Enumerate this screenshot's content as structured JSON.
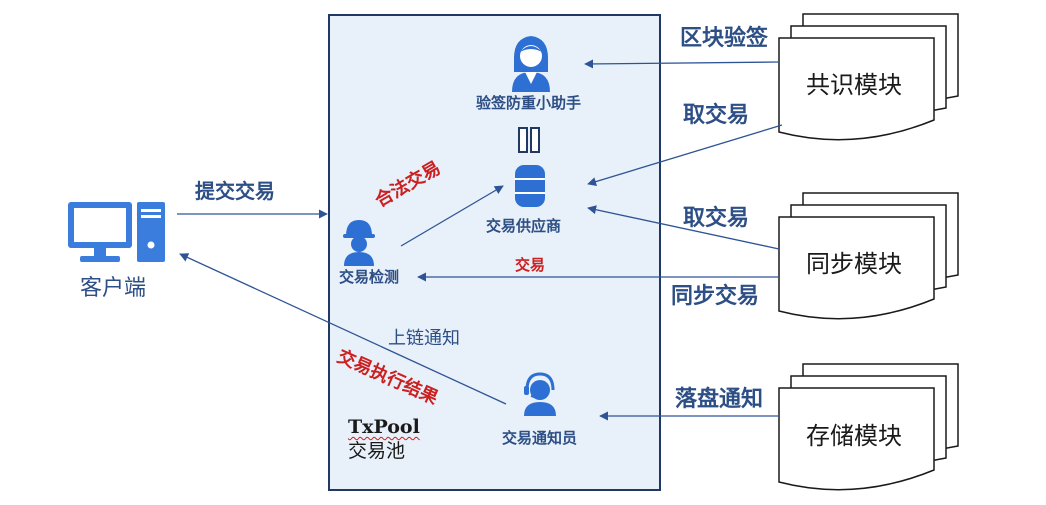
{
  "client": {
    "label": "客户端"
  },
  "pool": {
    "title_en": "TxPool",
    "title_cn": "交易池",
    "verifier": "验签防重小助手",
    "provider": "交易供应商",
    "checker": "交易检测",
    "notifier": "交易通知员"
  },
  "modules": {
    "consensus": "共识模块",
    "sync": "同步模块",
    "storage": "存储模块"
  },
  "edges": {
    "submit": "提交交易",
    "legal": "合法交易",
    "block_verify": "区块验签",
    "fetch_consensus": "取交易",
    "fetch_sync": "取交易",
    "tx": "交易",
    "sync_tx": "同步交易",
    "onchain_notice": "上链通知",
    "exec_result": "交易执行结果",
    "persist_notice": "落盘通知"
  },
  "colors": {
    "arrow": "#2e5496",
    "pool_fill": "#e8f0f9",
    "pool_border": "#1f3864",
    "icon": "#2e6fd4",
    "text_blue": "#2d4f86",
    "text_red": "#cc1f1f"
  }
}
